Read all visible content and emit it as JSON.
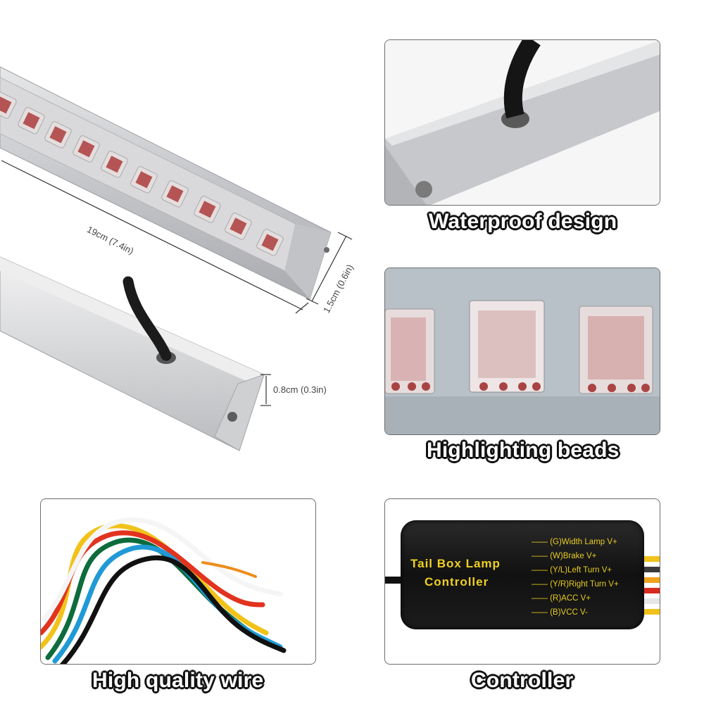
{
  "dimensions": {
    "length": "19cm (7.4in)",
    "height": "1.5cm (0.6in)",
    "thickness": "0.8cm (0.3in)"
  },
  "captions": {
    "waterproof": "Waterproof design",
    "beads": "Highlighting beads",
    "wire": "High quality wire",
    "controller": "Controller"
  },
  "controller_label": {
    "title_line1": "Tail Box Lamp",
    "title_line2": "Controller",
    "wires": [
      "(G)Width Lamp V+",
      "(W)Brake V+",
      "(Y/L)Left Turn V+",
      "(Y/R)Right Turn V+",
      "(R)ACC V+",
      "(B)VCC V-"
    ]
  },
  "colors": {
    "aluminum": "#c9cacc",
    "led_red": "#a84a4a",
    "controller_text": "#f0d020",
    "panel_border": "#6d6d6d"
  }
}
